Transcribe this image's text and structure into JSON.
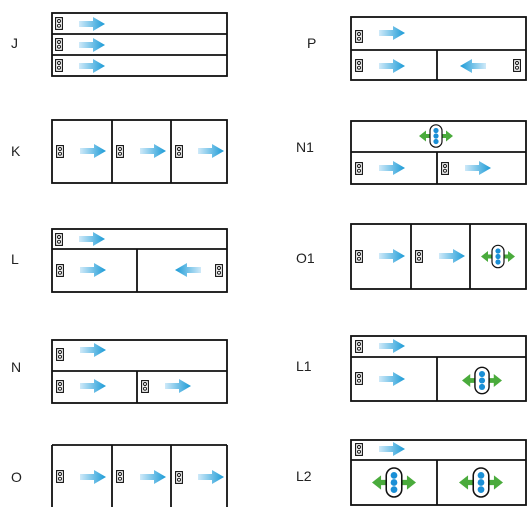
{
  "labels": {
    "J": "J",
    "K": "K",
    "L": "L",
    "N": "N",
    "O": "O",
    "P": "P",
    "N1": "N1",
    "O1": "O1",
    "L1": "L1",
    "L2": "L2"
  },
  "icons": {
    "lock": "lock-icon",
    "arrow": "blue-arrow-icon",
    "bidirectional": "bidirectional-lock-icon"
  },
  "colors": {
    "arrow_light": "#cfeaf9",
    "arrow_dark": "#1a9ad6",
    "green": "#4aab3c",
    "blue_dot": "#1a8fd6",
    "line": "#111111"
  }
}
